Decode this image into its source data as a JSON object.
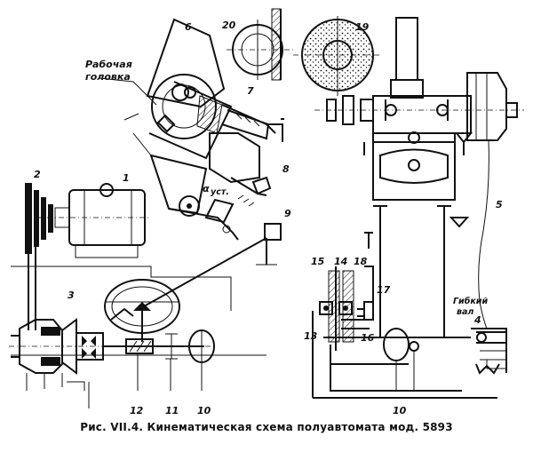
{
  "figure": {
    "caption": "Рис. VII.4. Кинематическая схема полуавтомата мод. 5893"
  },
  "labels": {
    "working_head_line1": "Рабочая",
    "working_head_line2": "головка",
    "angle": "α",
    "angle_sub": "уст.",
    "flexible_shaft_line1": "Гибкий",
    "flexible_shaft_line2": "вал"
  },
  "numbers": {
    "n1": "1",
    "n2": "2",
    "n3": "3",
    "n4": "4",
    "n5": "5",
    "n6": "6",
    "n7": "7",
    "n8": "8",
    "n9": "9",
    "n10a": "10",
    "n10b": "10",
    "n11": "11",
    "n12": "12",
    "n13": "13",
    "n14": "14",
    "n15": "15",
    "n16": "16",
    "n17": "17",
    "n18": "18",
    "n19": "19",
    "n20": "20"
  }
}
